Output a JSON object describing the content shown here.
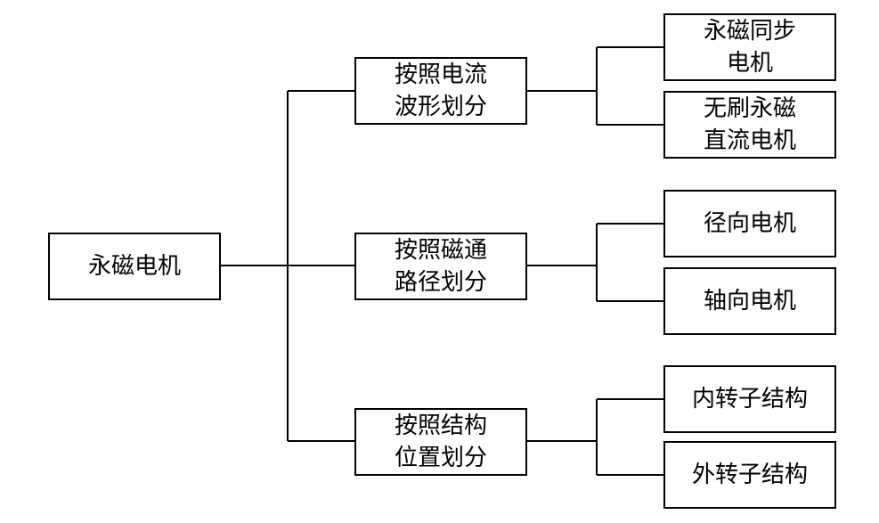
{
  "diagram": {
    "root": {
      "label": "永磁电机"
    },
    "categories": [
      {
        "label": "按照电流\n波形划分",
        "children": [
          "永磁同步\n电机",
          "无刷永磁\n直流电机"
        ]
      },
      {
        "label": "按照磁通\n路径划分",
        "children": [
          "径向电机",
          "轴向电机"
        ]
      },
      {
        "label": "按照结构\n位置划分",
        "children": [
          "内转子结构",
          "外转子结构"
        ]
      }
    ],
    "line_color": "#000000",
    "box_border_color": "#000000"
  }
}
